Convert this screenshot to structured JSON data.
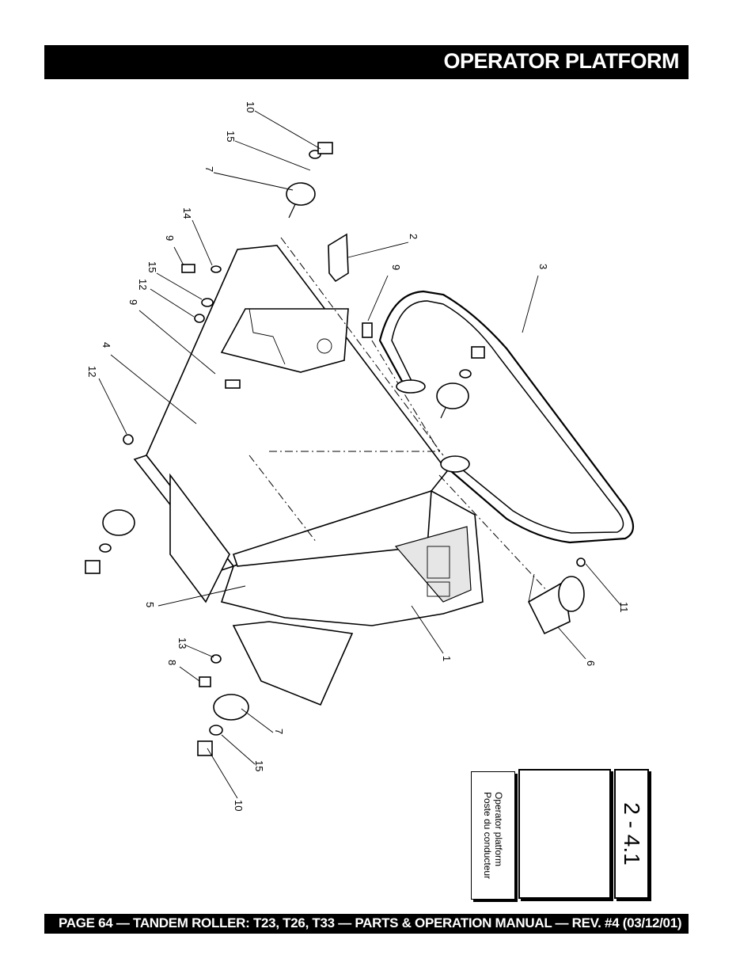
{
  "header": {
    "title": "OPERATOR PLATFORM"
  },
  "footer": {
    "text": "PAGE 64 — TANDEM ROLLER: T23, T26, T33 — PARTS & OPERATION MANUAL — REV. #4 (03/12/01)"
  },
  "figure": {
    "callouts": [
      "10",
      "15",
      "7",
      "14",
      "9",
      "15",
      "12",
      "9",
      "4",
      "12",
      "2",
      "9",
      "3",
      "5",
      "13",
      "8",
      "7",
      "15",
      "10",
      "1",
      "6",
      "11"
    ]
  },
  "reference": {
    "page_code": "2 - 4.1",
    "caption_line1": "Operator platform",
    "caption_line2": "Poste du conducteur"
  }
}
